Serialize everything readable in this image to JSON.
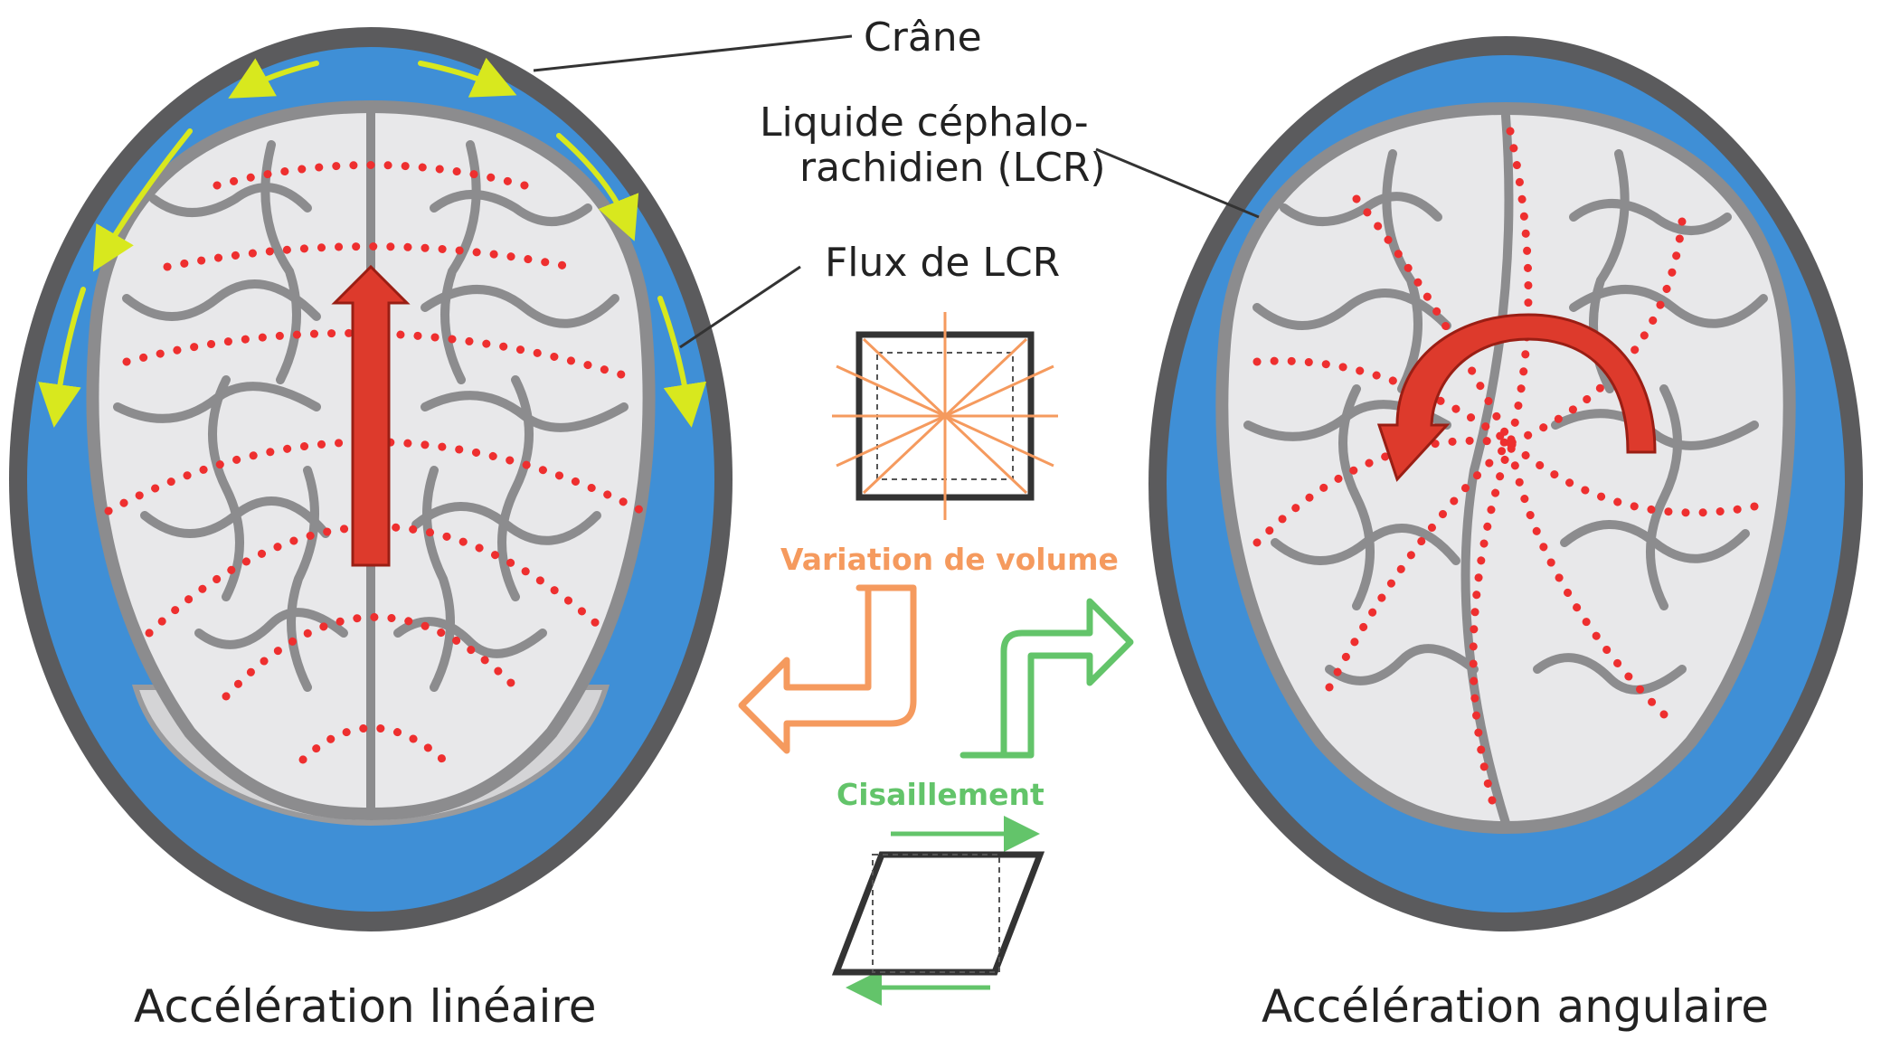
{
  "labels": {
    "crane": "Crâne",
    "lcr_line1": "Liquide céphalo-",
    "lcr_line2": "rachidien (LCR)",
    "flux": "Flux de LCR",
    "volume": "Variation de volume",
    "shear": "Cisaillement",
    "linear": "Accélération linéaire",
    "angular": "Accélération angulaire"
  },
  "colors": {
    "skull": "#5b5b5d",
    "csf": "#3f8fd6",
    "brain": "#e8e8ea",
    "gyri": "#8c8c8e",
    "force_arrow": "#dd3a2c",
    "dotted_lines": "#ee2f2f",
    "csf_flow": "#d8e81e",
    "volume": "#f59a5e",
    "shear": "#63c46a",
    "text": "#222222"
  },
  "icons": [
    "linear-force-arrow-icon",
    "rotation-arrow-icon",
    "volume-change-icon",
    "shear-icon",
    "csf-flow-arrow-icon"
  ]
}
